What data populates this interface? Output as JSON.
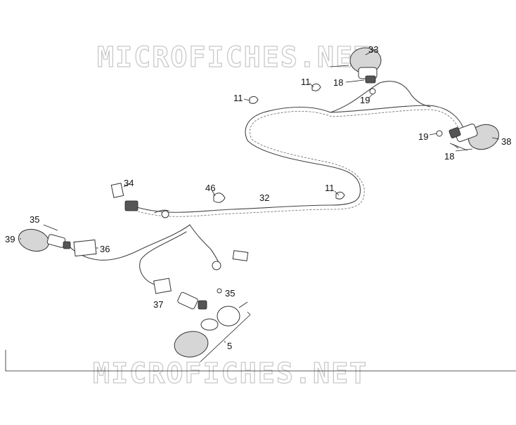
{
  "watermark": {
    "top_text": "MICROFICHES.NET",
    "bottom_text": "MICROFICHES.NET"
  },
  "callouts": {
    "c33": "33",
    "c11a": "11",
    "c18a": "18",
    "c19a": "19",
    "c11b": "11",
    "c19b": "19",
    "c38": "38",
    "c18b": "18",
    "c34": "34",
    "c46": "46",
    "c32": "32",
    "c11c": "11",
    "c35a": "35",
    "c39": "39",
    "c36": "36",
    "c35b": "35",
    "c37": "37",
    "c5": "5"
  }
}
